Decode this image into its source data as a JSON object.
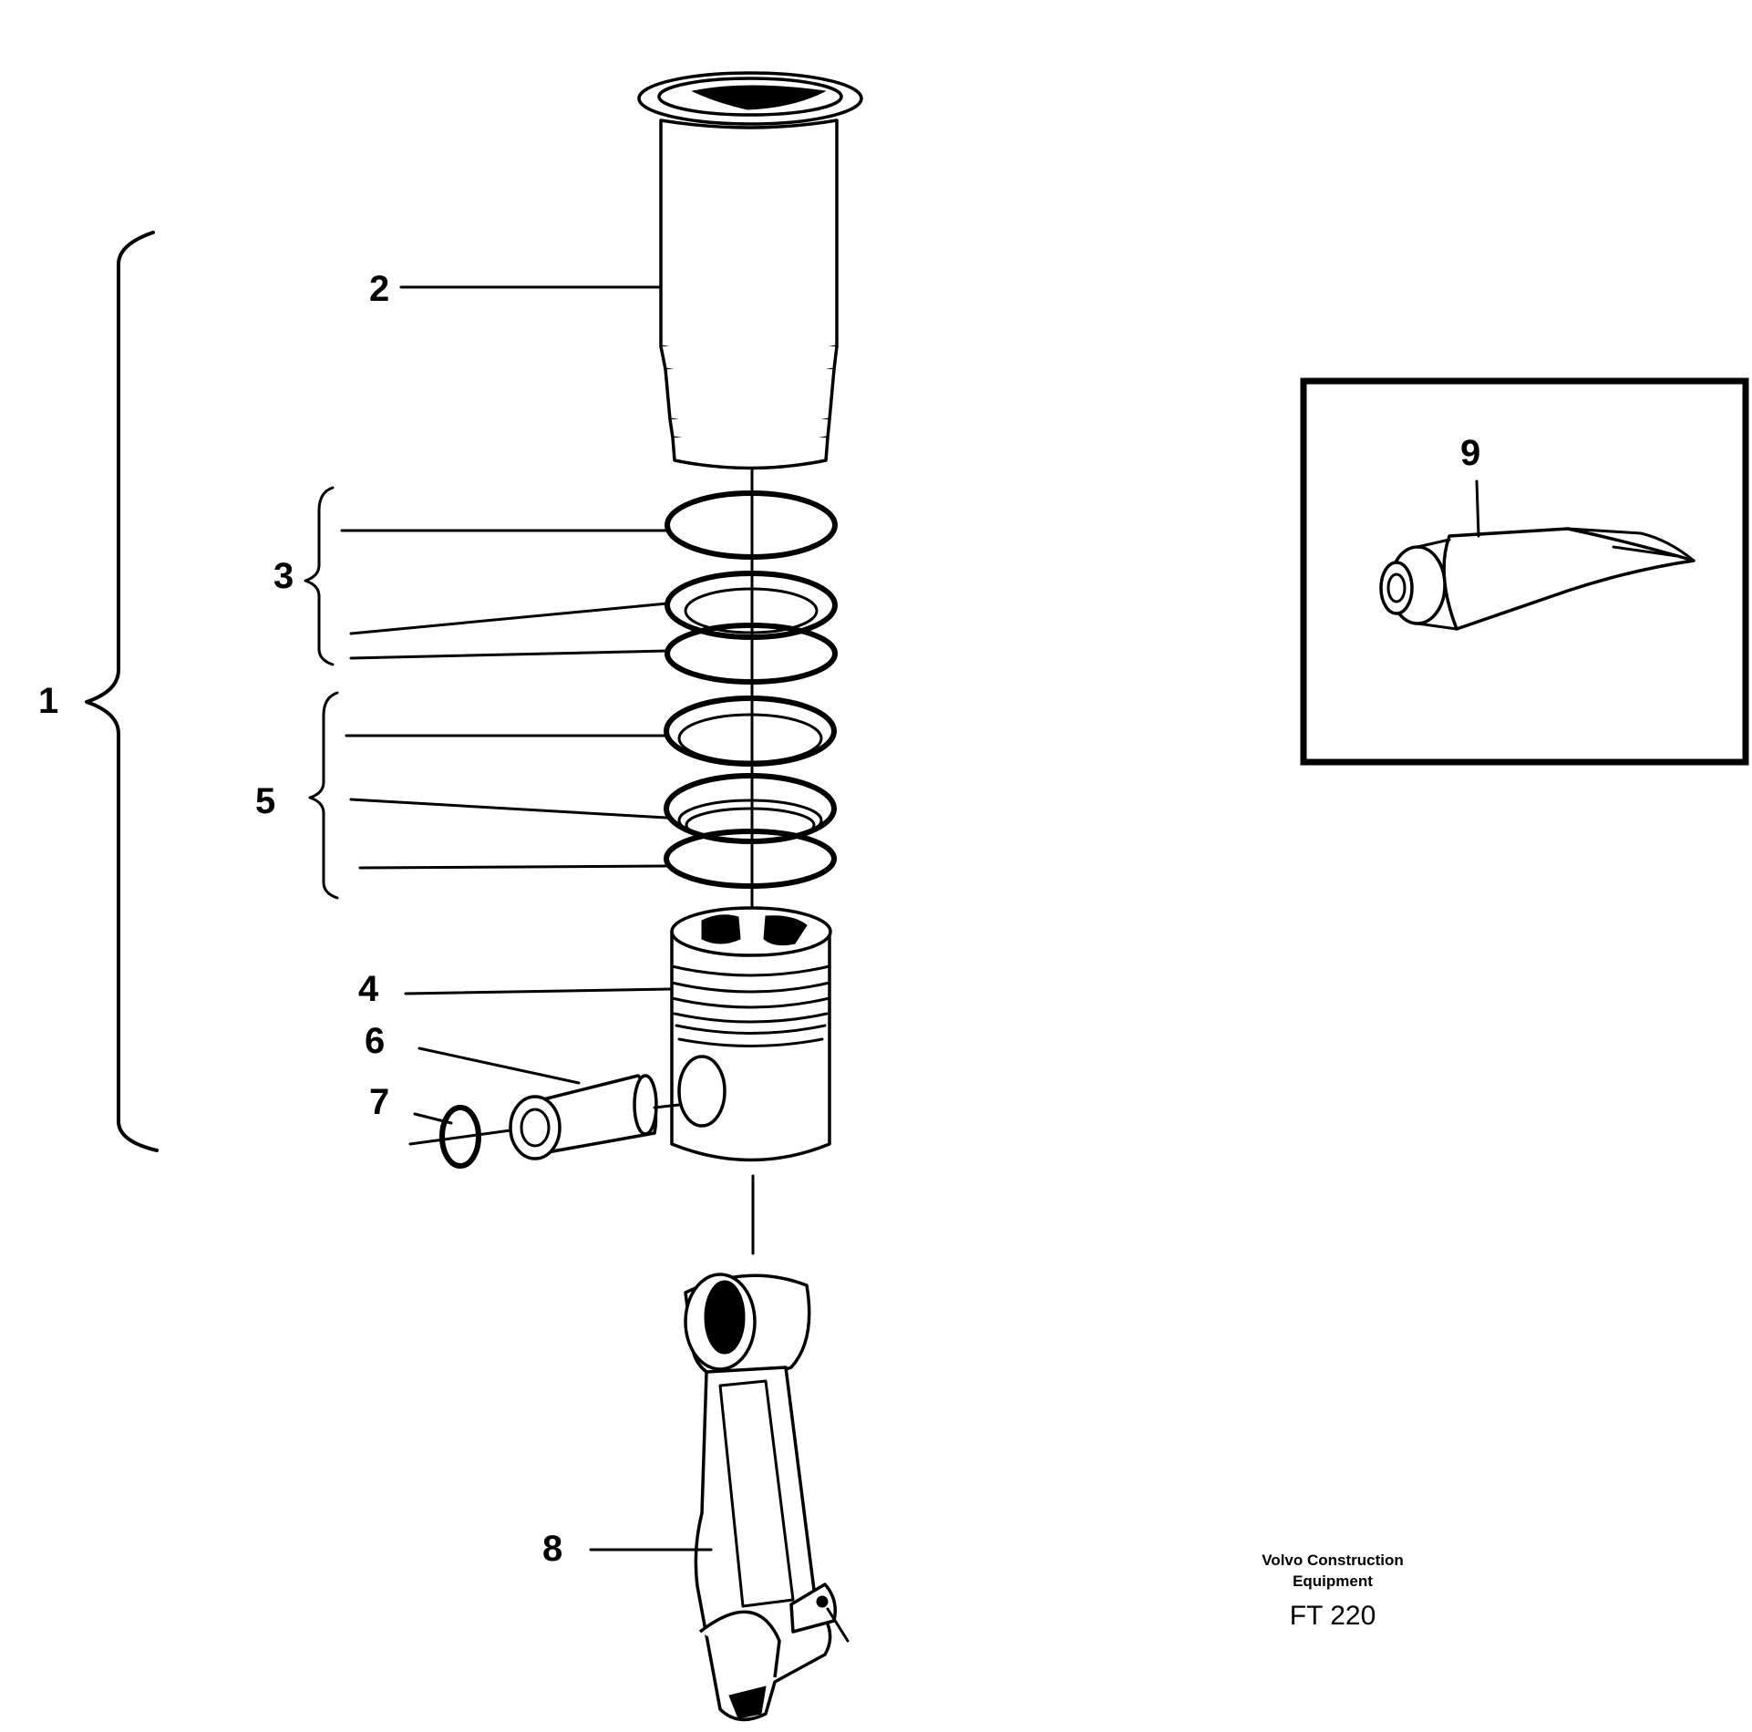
{
  "diagram": {
    "callouts": {
      "c1": "1",
      "c2": "2",
      "c3": "3",
      "c4": "4",
      "c5": "5",
      "c6": "6",
      "c7": "7",
      "c8": "8",
      "c9": "9"
    },
    "credit": {
      "line1": "Volvo Construction",
      "line2": "Equipment",
      "code": "FT 220"
    }
  }
}
